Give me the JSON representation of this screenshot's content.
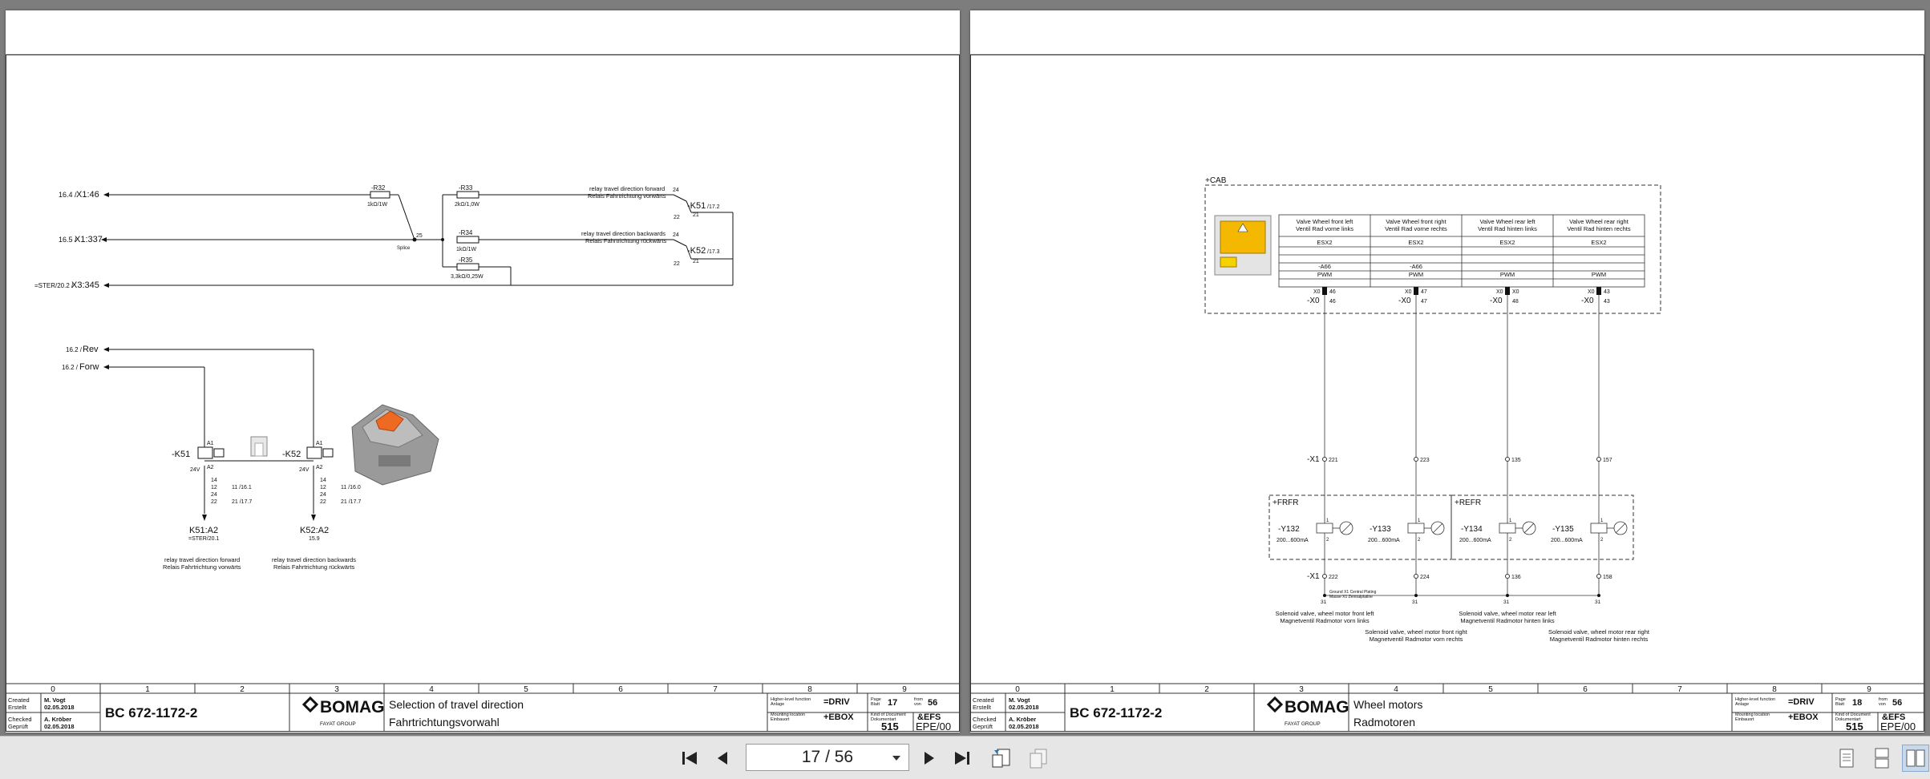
{
  "viewer": {
    "page_indicator": "17 / 56",
    "buttons": {
      "first": "first-page",
      "prev": "previous-page",
      "next": "next-page",
      "last": "last-page",
      "rotate": "rotate-view",
      "copy": "copy-pages",
      "single": "single-page-view",
      "continuous": "continuous-view",
      "two_page": "two-page-view"
    }
  },
  "column_numbers": [
    "0",
    "1",
    "2",
    "3",
    "4",
    "5",
    "6",
    "7",
    "8",
    "9"
  ],
  "pages": [
    {
      "title_block": {
        "created_label": "Created",
        "created_label_de": "Erstellt",
        "created_by": "M. Vogt",
        "created_date": "02.05.2018",
        "checked_label": "Checked",
        "checked_label_de": "Geprüft",
        "checked_by": "A. Kröber",
        "checked_date": "02.05.2018",
        "doc_number": "BC 672-1172-2",
        "logo_text": "BOMAG",
        "logo_sub": "FAYAT GROUP",
        "description_en": "Selection of travel direction",
        "description_de": "Fahrtrichtungsvorwahl",
        "higher_level_label": "Higher-level function",
        "higher_level_label_de": "Anlage",
        "higher_level_value": "=DRIV",
        "mount_label": "Mounting location",
        "mount_label_de": "Einbauort",
        "mount_value": "+EBOX",
        "page_label": "Page",
        "page_label_de": "Blatt",
        "page_value": "17",
        "from_label": "from",
        "from_label_de": "von",
        "from_value": "56",
        "kind_label": "Kind of Document",
        "kind_label_de": "Dokumentart",
        "kind_value": "&EFS",
        "sheet_no": "515",
        "sheet_code": "EPE/00"
      },
      "schematic": {
        "refs": {
          "x1_46_ref": "16.4 /",
          "x1_46": "X1:46",
          "x1_337_ref": "16.5 /",
          "x1_337": "X1:337",
          "x3_345_ref": "=STER/20.2 /",
          "x3_345": "X3:345",
          "rev_ref": "16.2 /",
          "rev": "Rev",
          "forw_ref": "16.2 /",
          "forw": "Forw"
        },
        "resistors": {
          "r32": "-R32",
          "r32_val": "1kΩ/1W",
          "r33": "-R33",
          "r33_val": "2kΩ/1,0W",
          "r34": "-R34",
          "r34_val": "1kΩ/1W",
          "r35": "-R35",
          "r35_val": "3,3kΩ/0,25W",
          "splice": "Splice",
          "splice_pin": "25"
        },
        "relays_top": {
          "k51_desc_en": "relay travel direction forward",
          "k51_desc_de": "Relais Fahrtrichtung vorwärts",
          "k51_tag": "-K51",
          "k51_ref": "/17.2",
          "k51_p24": "24",
          "k51_p21": "21",
          "k51_p22": "22",
          "k52_desc_en": "relay travel direction backwards",
          "k52_desc_de": "Relais Fahrtrichtung rückwärts",
          "k52_tag": "-K52",
          "k52_ref": "/17.3",
          "k52_p24": "24",
          "k52_p21": "21",
          "k52_p22": "22"
        },
        "relays_bottom": {
          "k51_tag": "-K51",
          "k51_volt": "24V",
          "k52_tag": "-K52",
          "k52_volt": "24V",
          "a1": "A1",
          "a2": "A2",
          "contact_14": "14",
          "contact_12": "12",
          "contact_24": "24",
          "contact_22": "22",
          "k51_c11": "11 /16.1",
          "k51_c21": "21 /17.7",
          "k52_c11": "11 /16.0",
          "k52_c21": "21 /17.7",
          "k51_a2": "K51:A2",
          "k51_a2_ref": "=STER/20.1",
          "k52_a2": "K52:A2",
          "k52_a2_ref": "15.9",
          "k51_desc_en": "relay travel direction forward",
          "k51_desc_de": "Relais Fahrtrichtung vorwärts",
          "k52_desc_en": "relay travel direction backwards",
          "k52_desc_de": "Relais Fahrtrichtung rückwärts"
        }
      }
    },
    {
      "title_block": {
        "created_label": "Created",
        "created_label_de": "Erstellt",
        "created_by": "M. Vogt",
        "created_date": "02.05.2018",
        "checked_label": "Checked",
        "checked_label_de": "Geprüft",
        "checked_by": "A. Kröber",
        "checked_date": "02.05.2018",
        "doc_number": "BC 672-1172-2",
        "logo_text": "BOMAG",
        "logo_sub": "FAYAT GROUP",
        "description_en": "Wheel motors",
        "description_de": "Radmotoren",
        "higher_level_label": "Higher-level function",
        "higher_level_label_de": "Anlage",
        "higher_level_value": "=DRIV",
        "mount_label": "Mounting location",
        "mount_label_de": "Einbauort",
        "mount_value": "+EBOX",
        "page_label": "Page",
        "page_label_de": "Blatt",
        "page_value": "18",
        "from_label": "from",
        "from_label_de": "von",
        "from_value": "56",
        "kind_label": "Kind of Document",
        "kind_label_de": "Dokumentart",
        "kind_value": "&EFS",
        "sheet_no": "515",
        "sheet_code": "EPE/00"
      },
      "schematic": {
        "cab_label": "+CAB",
        "table_headers": [
          {
            "en": "Valve Wheel front left",
            "de": "Ventil Rad vorne links"
          },
          {
            "en": "Valve Wheel front right",
            "de": "Ventil Rad vorne rechts"
          },
          {
            "en": "Valve Wheel rear left",
            "de": "Ventil Rad hinten links"
          },
          {
            "en": "Valve Wheel rear right",
            "de": "Ventil Rad hinten rechts"
          }
        ],
        "table_module": [
          "ESX2",
          "ESX2",
          "ESX2",
          "ESX2"
        ],
        "table_device": [
          "-A66",
          "-A66",
          "",
          ""
        ],
        "table_mode": [
          "PWM",
          "PWM",
          "PWM",
          "PWM"
        ],
        "x0_label": "X0",
        "x0_tag": "-X0",
        "x0_pins": [
          "46",
          "47",
          "48",
          "43"
        ],
        "x1_tag": "-X1",
        "x1_top_pins": [
          "221",
          "223",
          "135",
          "157"
        ],
        "x1_bottom_pins": [
          "222",
          "224",
          "136",
          "158"
        ],
        "ground_pin": "31",
        "ground_note": "Ground X1 Central Plating",
        "ground_note_de": "Masse X1 Zentralplatine",
        "frfr_label": "+FRFR",
        "refr_label": "+REFR",
        "valves": [
          {
            "tag": "-Y132",
            "range": "200...600mA"
          },
          {
            "tag": "-Y133",
            "range": "200...600mA"
          },
          {
            "tag": "-Y134",
            "range": "200...600mA"
          },
          {
            "tag": "-Y135",
            "range": "200...600mA"
          }
        ],
        "valve_pin1": "1",
        "valve_pin2": "2",
        "captions": [
          {
            "en": "Solenoid valve, wheel motor front left",
            "de": "Magnetventil Radmotor vorn links"
          },
          {
            "en": "Solenoid valve, wheel motor front right",
            "de": "Magnetventil Radmotor vorn rechts"
          },
          {
            "en": "Solenoid valve, wheel motor rear left",
            "de": "Magnetventil Radmotor hinten links"
          },
          {
            "en": "Solenoid valve, wheel motor rear right",
            "de": "Magnetventil Radmotor hinten rechts"
          }
        ]
      }
    }
  ]
}
